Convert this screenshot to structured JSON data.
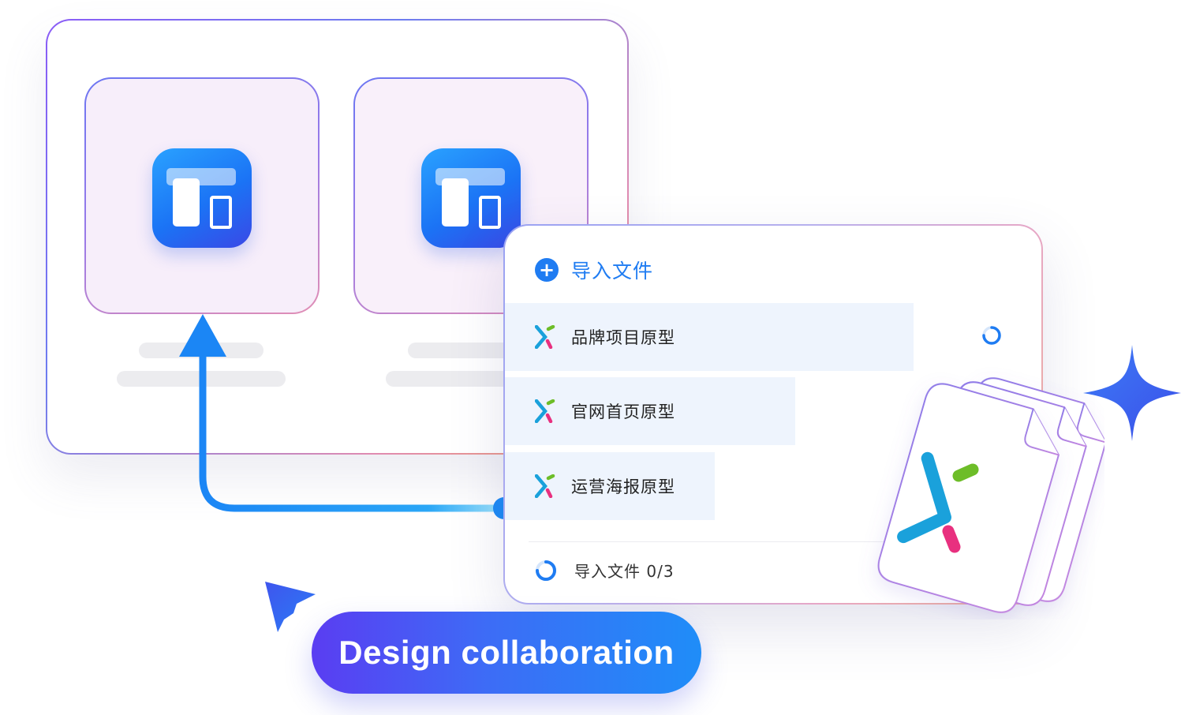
{
  "import_panel": {
    "header_label": "导入文件",
    "files": [
      {
        "name": "品牌项目原型"
      },
      {
        "name": "官网首页原型"
      },
      {
        "name": "运营海报原型"
      }
    ],
    "status_text": "导入文件 0/3"
  },
  "badge": {
    "label": "Design collaboration"
  },
  "colors": {
    "accent": "#1f7cf2",
    "row_bg": "#eef4fd",
    "logo_blue": "#1aa1db",
    "logo_green": "#6dbd28",
    "logo_pink": "#e8307f"
  },
  "icons": [
    "layout-app-icon",
    "plus-icon",
    "axure-logo-icon",
    "loading-spinner-icon",
    "sparkle-icon",
    "cursor-icon",
    "upload-arrow-icon"
  ]
}
